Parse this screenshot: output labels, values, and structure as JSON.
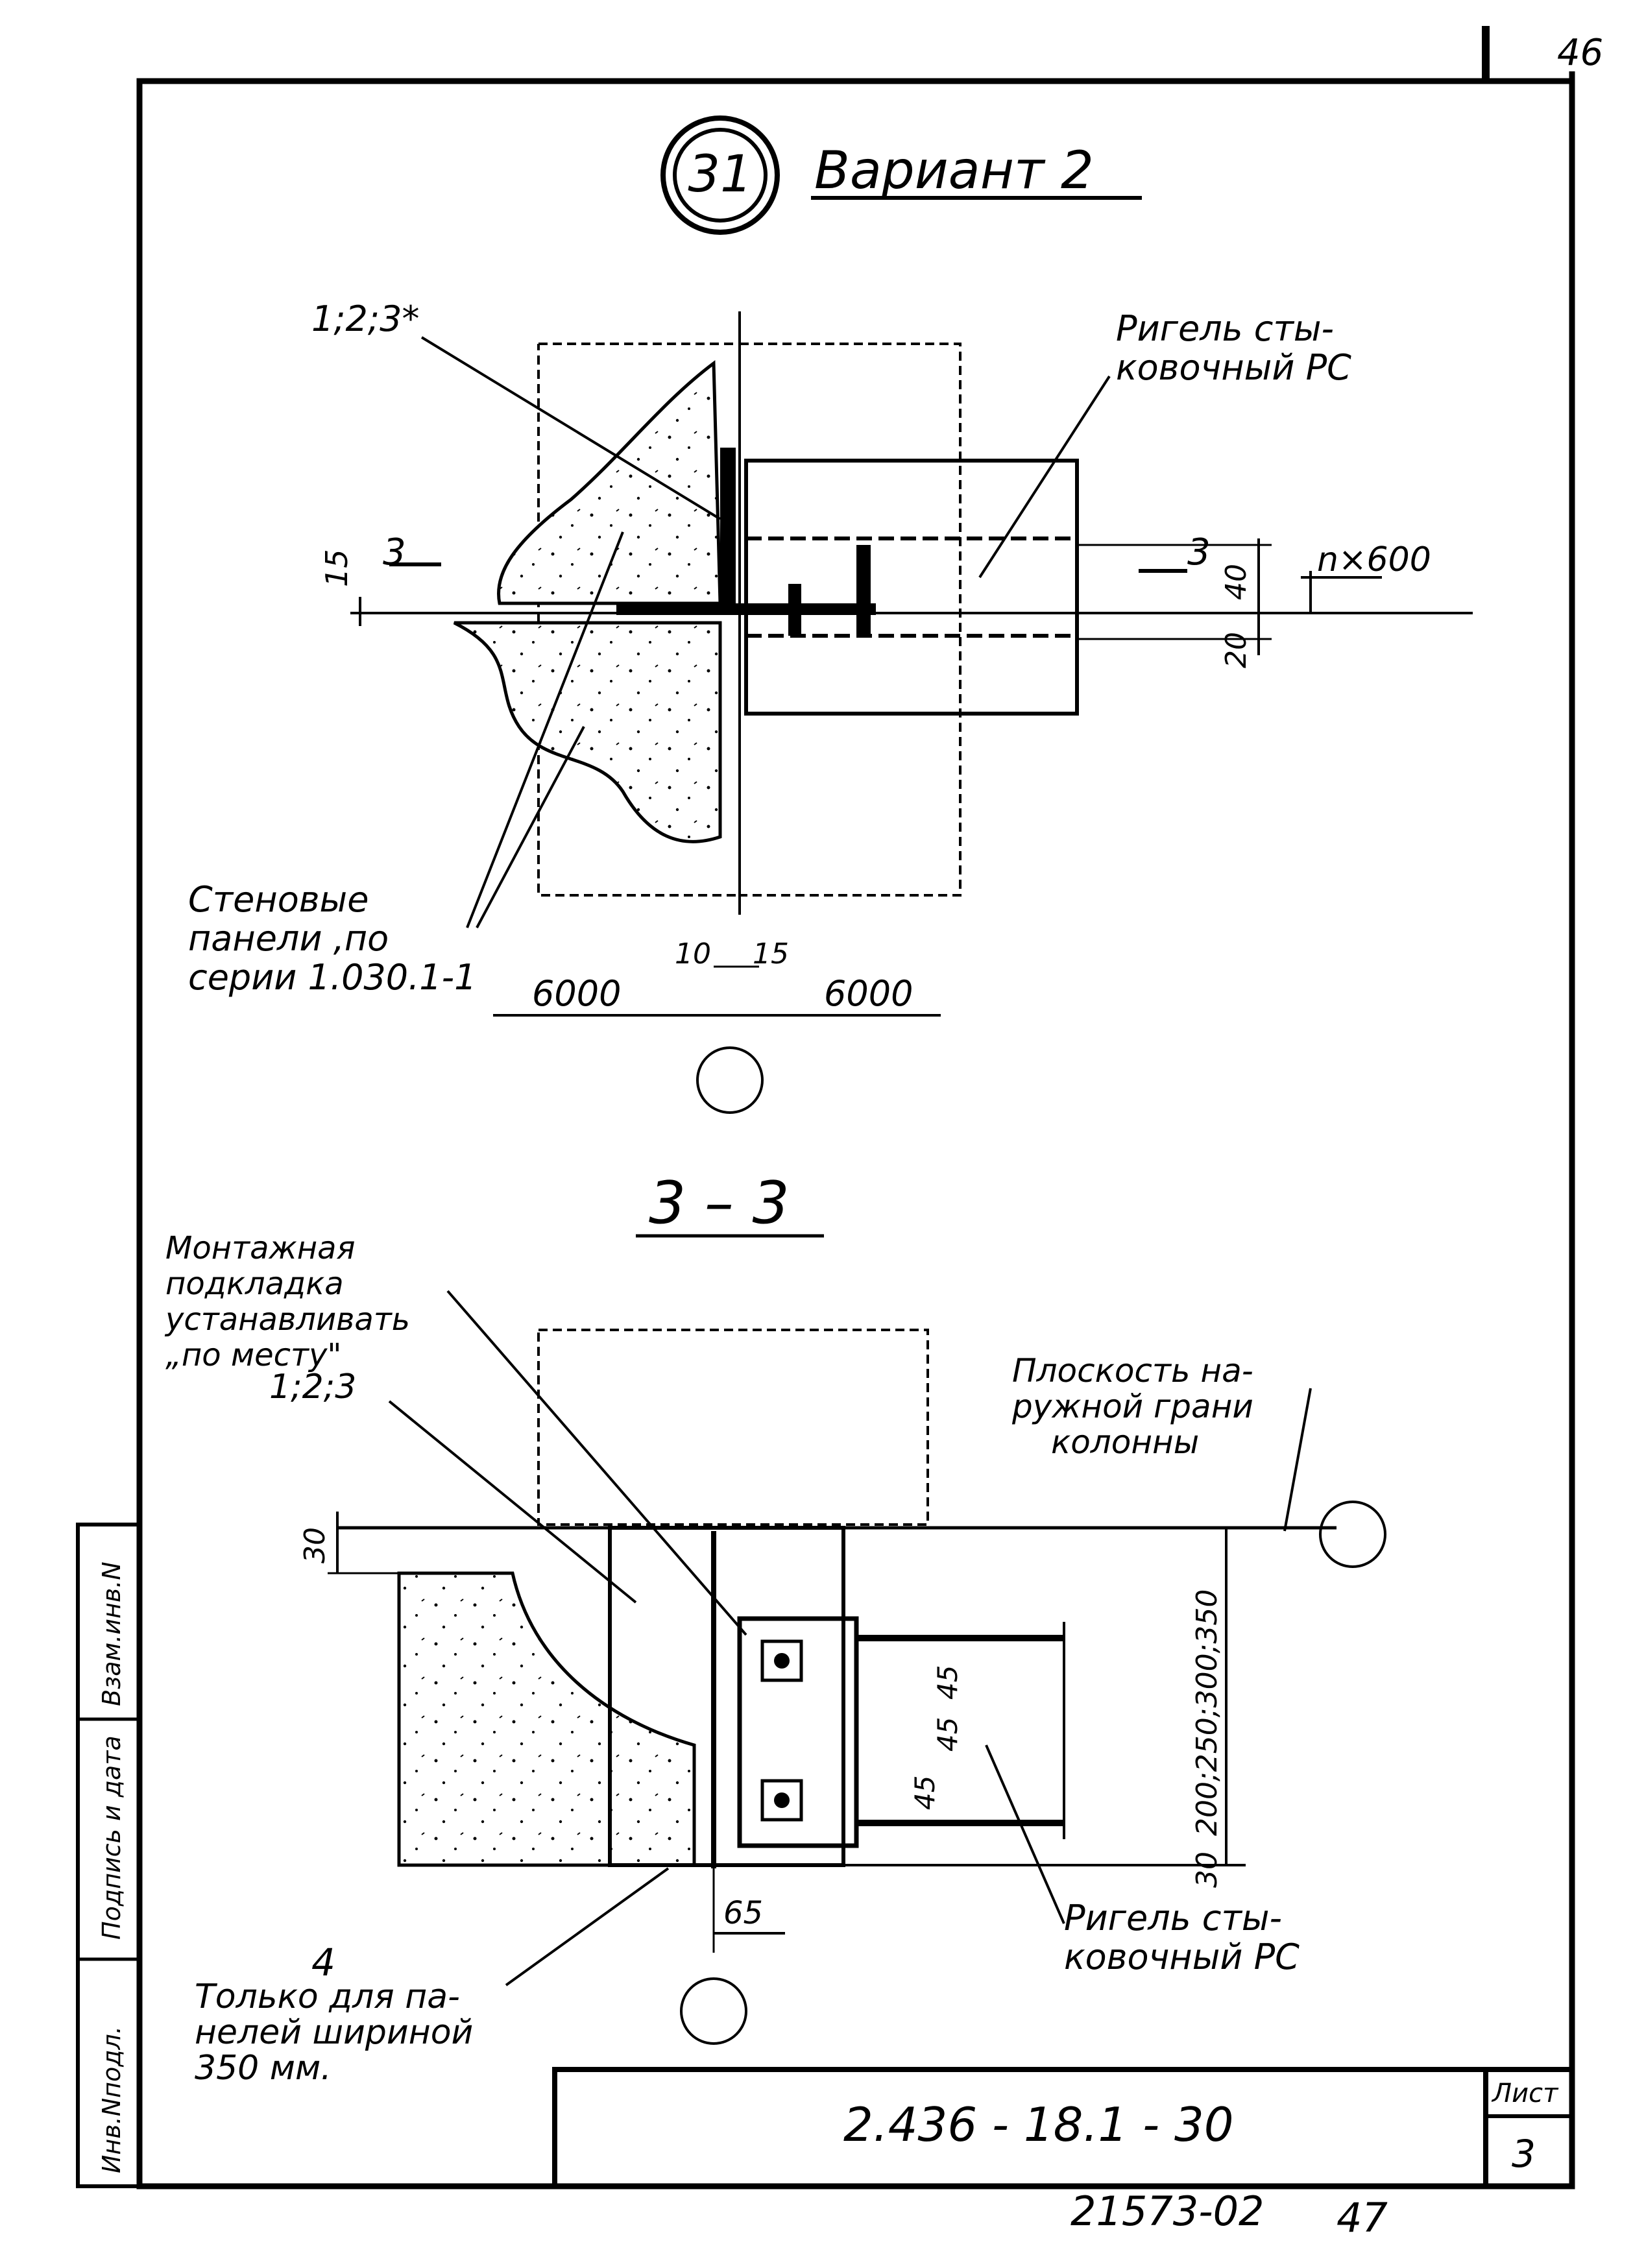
{
  "sheet": {
    "corner_page": "46",
    "node_number": "31",
    "variant_title": "Вариант 2",
    "code": "2.436 - 18.1 - 30",
    "sheet_label": "Лист",
    "sheet_number": "3",
    "inventory": "21573-02",
    "inventory_suffix": "47",
    "side_stamp": [
      "Инв.Nподл.",
      "Подпись и дата",
      "Взам.инв.N"
    ]
  },
  "upper_view": {
    "callout_top_left": "1;2;3*",
    "riegel_label_1": "Ригель сты-",
    "riegel_label_2": "ковочный РС",
    "dim_15": "15",
    "section_mark_left": "3",
    "section_mark_right": "3",
    "dim_40": "40",
    "dim_20": "20",
    "spacing": "n×600",
    "wall_label_1": "Стеновые",
    "wall_label_2": "панели ,по",
    "wall_label_3": "серии 1.030.1-1",
    "dim_10": "10",
    "dim_15b": "15",
    "span_left": "6000",
    "span_right": "6000"
  },
  "section_view": {
    "title": "3 – 3",
    "mount_label_1": "Монтажная",
    "mount_label_2": "подкладка",
    "mount_label_3": "устанавливать",
    "mount_label_4": "„по месту\"",
    "callout": "1;2;3",
    "plane_label_1": "Плоскость на-",
    "plane_label_2": "ружной грани",
    "plane_label_3": "колонны",
    "dim_30_top": "30",
    "dim_height": "200;250;300;350",
    "dim_45a": "45",
    "dim_45b": "45",
    "dim_45c": "45",
    "dim_30_bottom": "30",
    "dim_65": "65",
    "riegel_label_1": "Ригель сты-",
    "riegel_label_2": "ковочный РС",
    "note_num": "4",
    "note_1": "Только для па-",
    "note_2": "нелей шириной",
    "note_3": "350 мм."
  }
}
